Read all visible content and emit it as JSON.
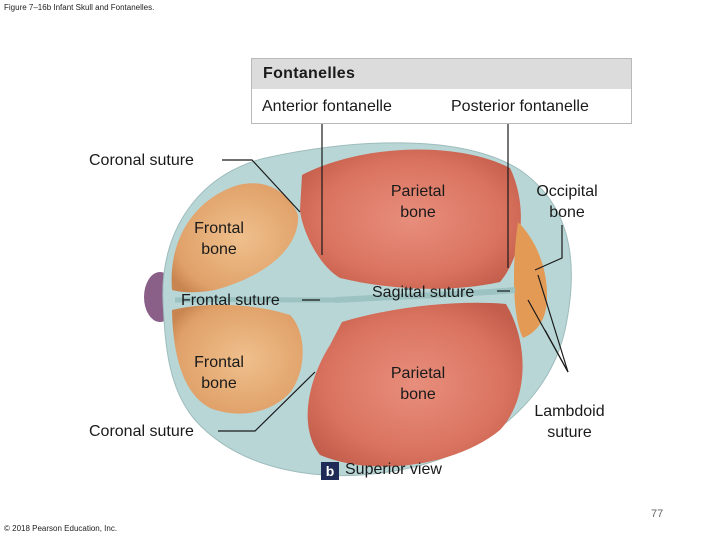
{
  "figure_title": "Figure 7–16b Infant Skull and Fontanelles.",
  "legend": {
    "title": "Fontanelles",
    "anterior": "Anterior fontanelle",
    "posterior": "Posterior fontanelle"
  },
  "labels": {
    "coronal_suture_top": "Coronal suture",
    "coronal_suture_bottom": "Coronal suture",
    "frontal_bone_top_1": "Frontal",
    "frontal_bone_top_2": "bone",
    "frontal_bone_bottom_1": "Frontal",
    "frontal_bone_bottom_2": "bone",
    "frontal_suture": "Frontal suture",
    "parietal_bone_top_1": "Parietal",
    "parietal_bone_top_2": "bone",
    "parietal_bone_bottom_1": "Parietal",
    "parietal_bone_bottom_2": "bone",
    "sagittal_suture": "Sagittal suture",
    "occipital_bone_1": "Occipital",
    "occipital_bone_2": "bone",
    "lambdoid_suture_1": "Lambdoid",
    "lambdoid_suture_2": "suture"
  },
  "caption": {
    "letter": "b",
    "text": "Superior view"
  },
  "page_number": "77",
  "copyright": "© 2018 Pearson Education, Inc.",
  "colors": {
    "parietal": "#d9735f",
    "frontal": "#e0a169",
    "occipital": "#e39a55",
    "fontanelle": "#b9d6d6",
    "nose": "#8a5f88",
    "legend_header": "#dcdcdc",
    "caption_badge": "#1f2a56"
  }
}
